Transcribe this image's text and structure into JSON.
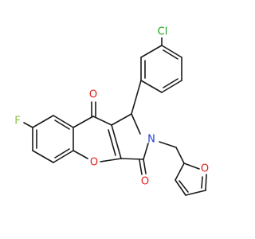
{
  "molecule": {
    "atoms": {
      "cl": {
        "symbol": "Cl",
        "color": "#1fa31f"
      },
      "f": {
        "symbol": "F",
        "color": "#8ec23d"
      },
      "o_ketone": {
        "symbol": "O",
        "color": "#e0201b"
      },
      "o_ring": {
        "symbol": "O",
        "color": "#e0201b"
      },
      "o_lactam": {
        "symbol": "O",
        "color": "#e0201b"
      },
      "o_furan": {
        "symbol": "O",
        "color": "#e0201b"
      },
      "n": {
        "symbol": "N",
        "color": "#2040d8"
      }
    },
    "bond_color": "#1a1a1a",
    "background": "#ffffff"
  }
}
